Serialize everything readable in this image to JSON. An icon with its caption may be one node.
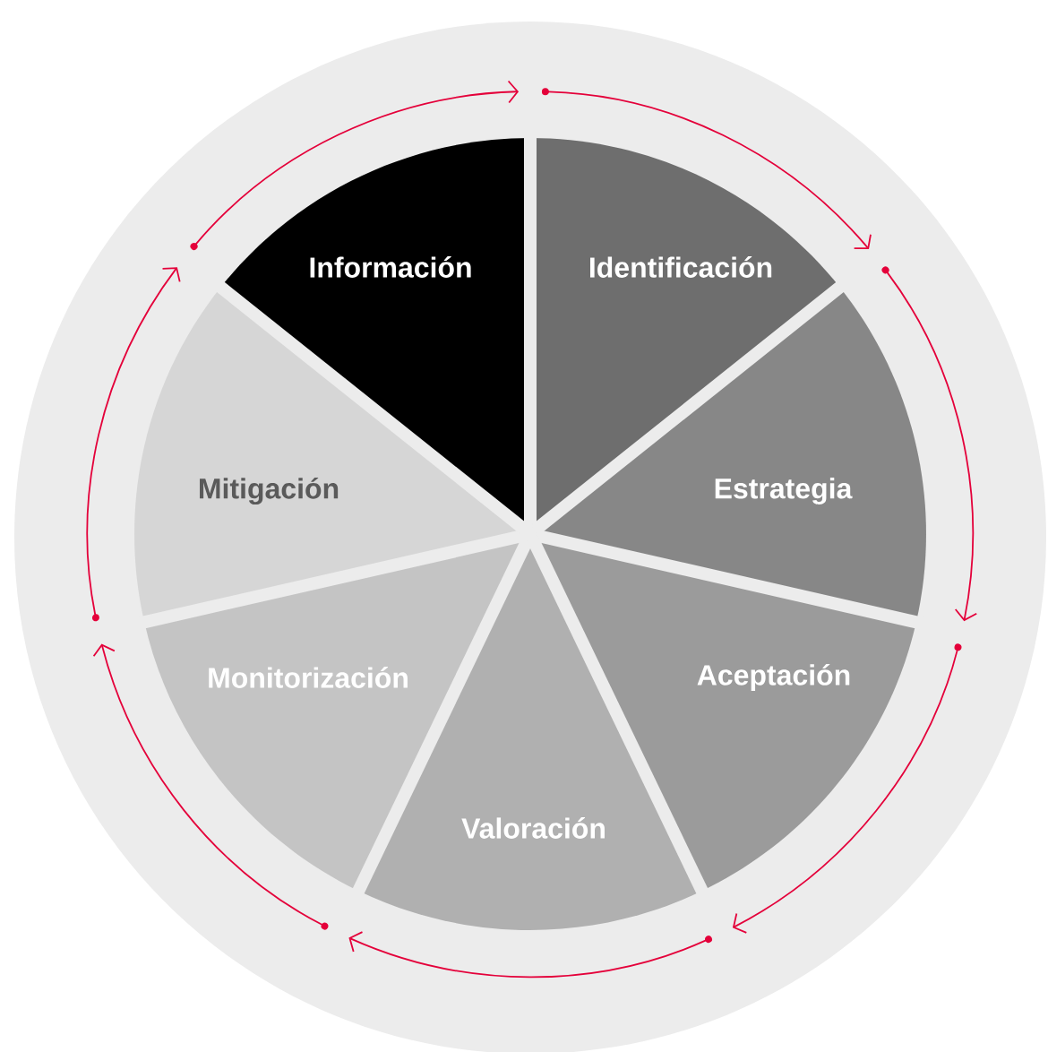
{
  "diagram": {
    "nodes": [
      {
        "text": [
          "Información"
        ]
      },
      {
        "text": [
          "Identificación"
        ]
      },
      {
        "text": [
          "Estrategia"
        ]
      },
      {
        "text": [
          "Aceptación"
        ]
      },
      {
        "text": [
          "Valoración"
        ]
      },
      {
        "text": [
          "Monitorización"
        ]
      },
      {
        "text": [
          "Mitigación"
        ]
      }
    ]
  }
}
